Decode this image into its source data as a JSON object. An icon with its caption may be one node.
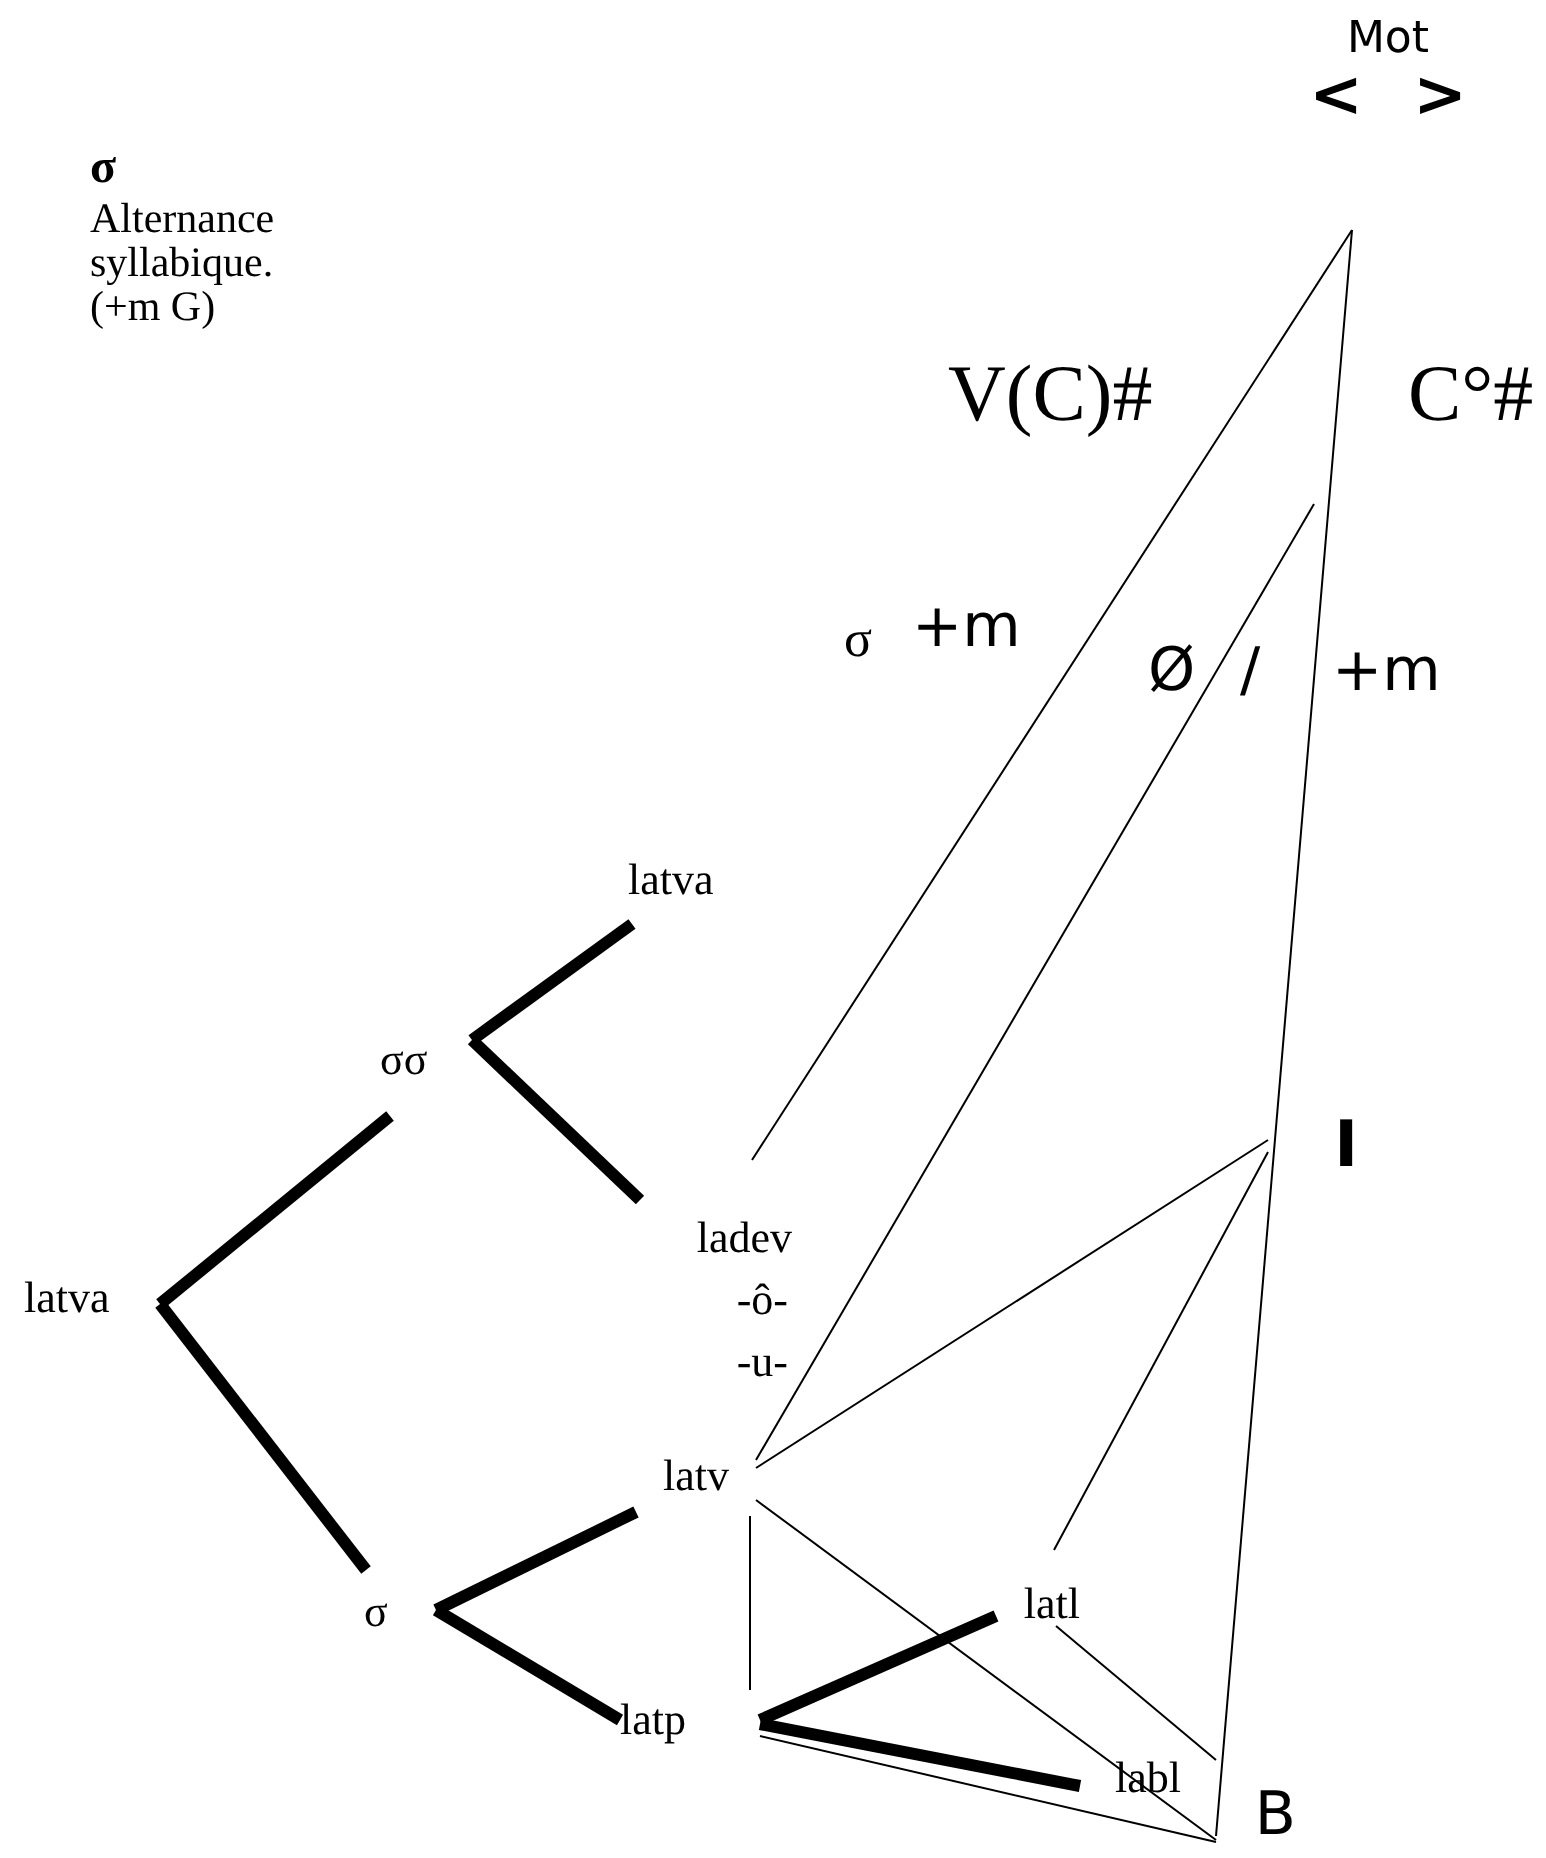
{
  "diagram": {
    "nodes": [
      {
        "text": [
          "Mot",
          "< >"
        ]
      },
      {
        "text": [
          "I"
        ]
      },
      {
        "text": [
          "B"
        ]
      },
      {
        "text": [
          "latva"
        ]
      },
      {
        "text": [
          "σσ"
        ]
      },
      {
        "text": [
          "latva"
        ]
      },
      {
        "text": [
          "ladev"
        ],
        "beside": [
          "-ô-",
          "-u-"
        ]
      },
      {
        "text": [
          "σ"
        ]
      },
      {
        "text": [
          "latv"
        ]
      },
      {
        "text": [
          "latp"
        ]
      },
      {
        "text": [
          "latl"
        ]
      },
      {
        "text": [
          "labl"
        ]
      }
    ],
    "edges": [
      {
        "from": 0,
        "to": 6,
        "arrow": "none"
      },
      {
        "from": 0,
        "to": 2,
        "arrow": "none"
      },
      {
        "from": null,
        "to": 8,
        "arrow": "none"
      },
      {
        "from": 1,
        "to": 8,
        "arrow": "none"
      },
      {
        "from": 1,
        "to": 10,
        "arrow": "none"
      },
      {
        "from": 8,
        "to": 9,
        "arrow": "none"
      },
      {
        "from": 8,
        "to": 2,
        "arrow": "none"
      },
      {
        "from": 9,
        "to": 2,
        "arrow": "none"
      },
      {
        "from": 10,
        "to": 11,
        "arrow": "none"
      },
      {
        "from": 3,
        "to": 4,
        "arrow": "none",
        "style": "thick"
      },
      {
        "from": 3,
        "to": 7,
        "arrow": "none",
        "style": "thick"
      },
      {
        "from": 4,
        "to": 5,
        "arrow": "none",
        "style": "thick"
      },
      {
        "from": 4,
        "to": 6,
        "arrow": "none",
        "style": "thick"
      },
      {
        "from": 7,
        "to": 8,
        "arrow": "none",
        "style": "thick"
      },
      {
        "from": 7,
        "to": 9,
        "arrow": "none",
        "style": "thick"
      },
      {
        "from": 9,
        "to": 10,
        "arrow": "none",
        "style": "thick"
      },
      {
        "from": 9,
        "to": 11,
        "arrow": "none",
        "style": "thick"
      }
    ],
    "labels": [
      "σ",
      "Alternance syllabique. (+m G)",
      "V(C)#",
      "C°#",
      "σ",
      "+m",
      "Ø",
      "/",
      "+m"
    ]
  }
}
